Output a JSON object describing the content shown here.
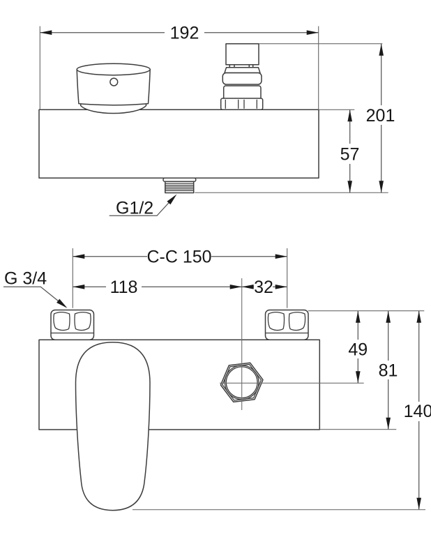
{
  "colors": {
    "background": "#ffffff",
    "outline": "#3d3d3d",
    "dimension_lines": "#555555",
    "label_text": "#161616"
  },
  "top_view": {
    "dim_width": "192",
    "dim_overall_height": "201",
    "dim_body_height": "57",
    "outlet_thread": "G1/2"
  },
  "bottom_view": {
    "dim_center_to_center": "C-C 150",
    "dim_left_inlet_to_outlet": "118",
    "dim_outlet_to_right_inlet": "32",
    "inlet_thread": "G 3/4",
    "dim_inlet_top_to_outlet_center": "49",
    "dim_inlet_top_to_body_bottom": "81",
    "dim_inlet_top_to_handle_bottom": "140"
  }
}
